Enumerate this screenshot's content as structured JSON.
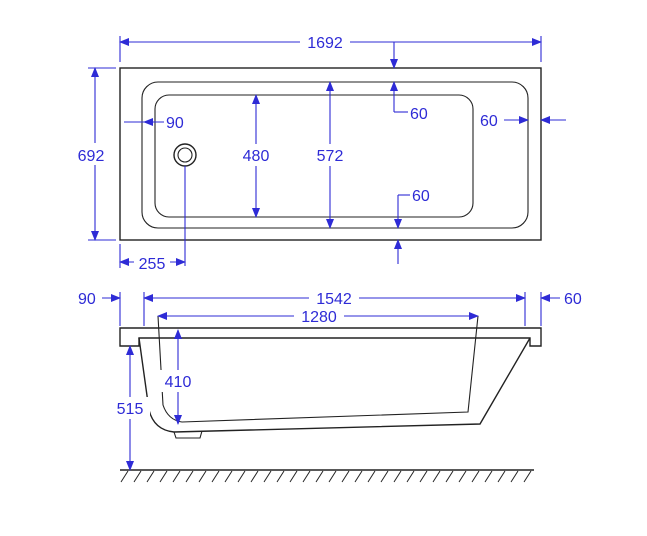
{
  "colors": {
    "dimension": "#2e2bd6",
    "outline": "#222222",
    "background": "#ffffff"
  },
  "plan_view": {
    "overall_length": "1692",
    "overall_width": "692",
    "waste_offset": "90",
    "inner_width": "480",
    "outer_inner_width": "572",
    "top_rim": "60",
    "bottom_rim": "60",
    "end_rim": "60",
    "waste_distance": "255"
  },
  "side_view": {
    "left_offset": "90",
    "right_offset": "60",
    "rim_length": "1542",
    "base_length": "1280",
    "inner_depth": "410",
    "total_height": "515"
  }
}
